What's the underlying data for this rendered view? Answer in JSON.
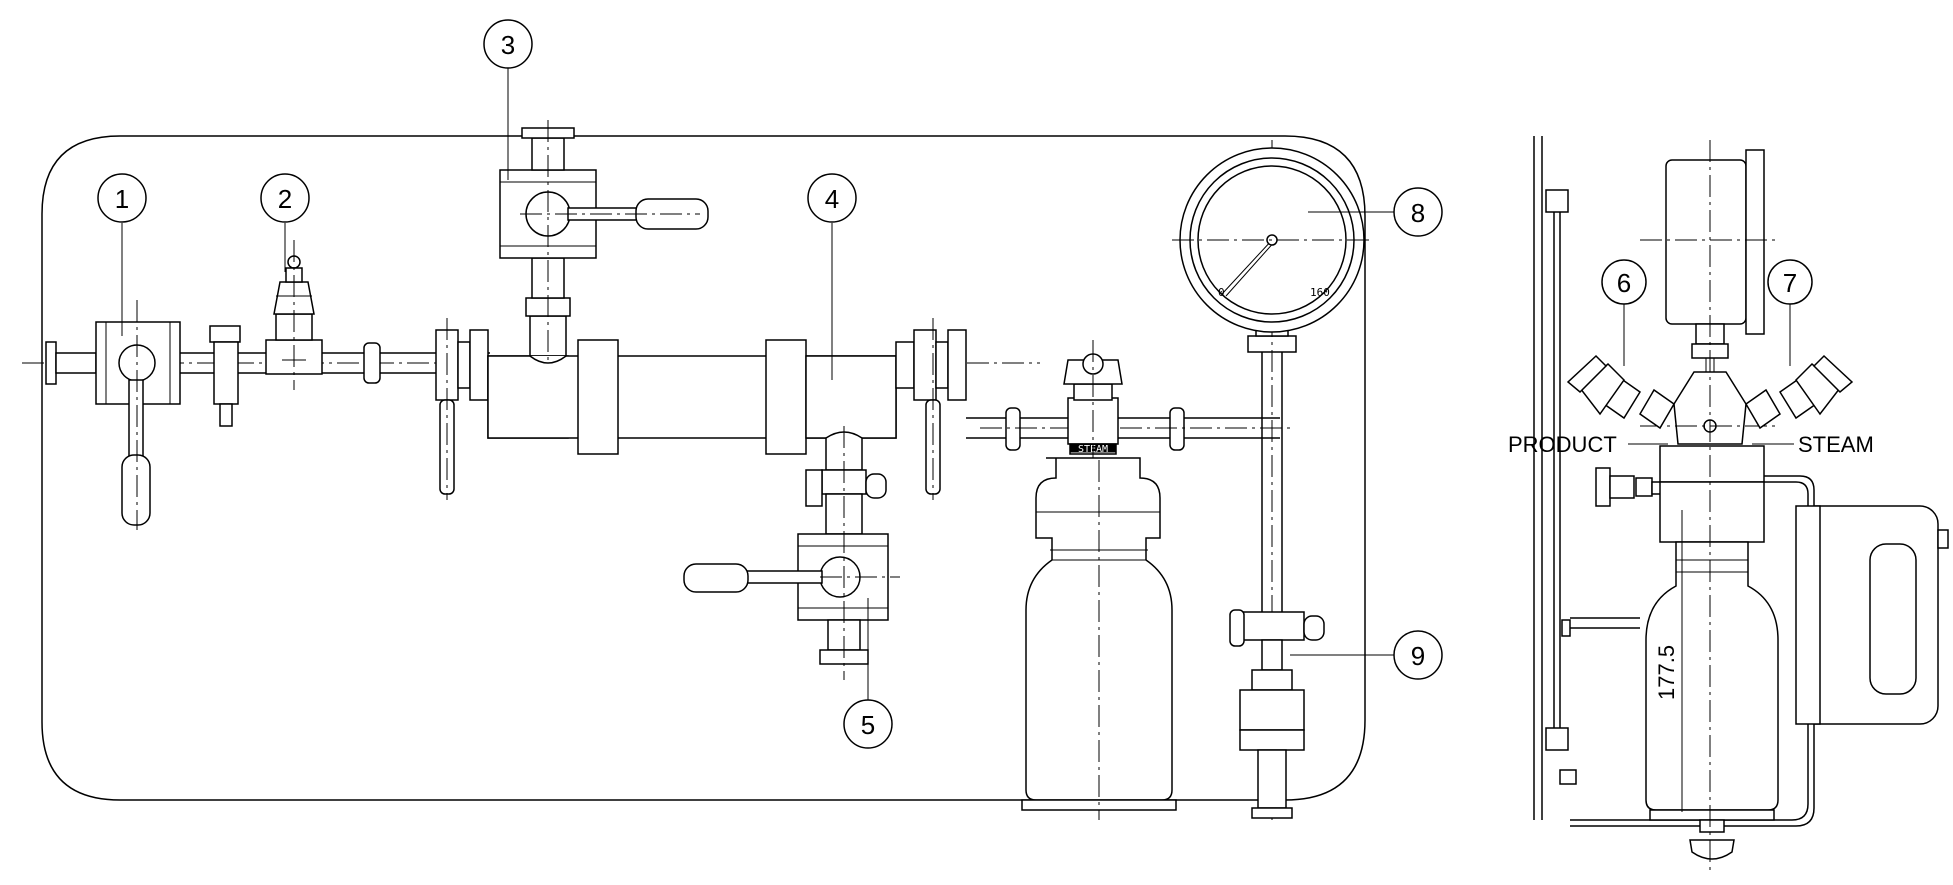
{
  "callouts": [
    {
      "id": 1,
      "label": "1"
    },
    {
      "id": 2,
      "label": "2"
    },
    {
      "id": 3,
      "label": "3"
    },
    {
      "id": 4,
      "label": "4"
    },
    {
      "id": 5,
      "label": "5"
    },
    {
      "id": 6,
      "label": "6"
    },
    {
      "id": 7,
      "label": "7"
    },
    {
      "id": 8,
      "label": "8"
    },
    {
      "id": 9,
      "label": "9"
    }
  ],
  "gauge": {
    "min_label": "0",
    "max_label": "160"
  },
  "bottle_valve": {
    "label": "STEAM"
  },
  "side_view": {
    "product_label": "PRODUCT",
    "steam_label": "STEAM",
    "dimension_label": "177.5"
  }
}
